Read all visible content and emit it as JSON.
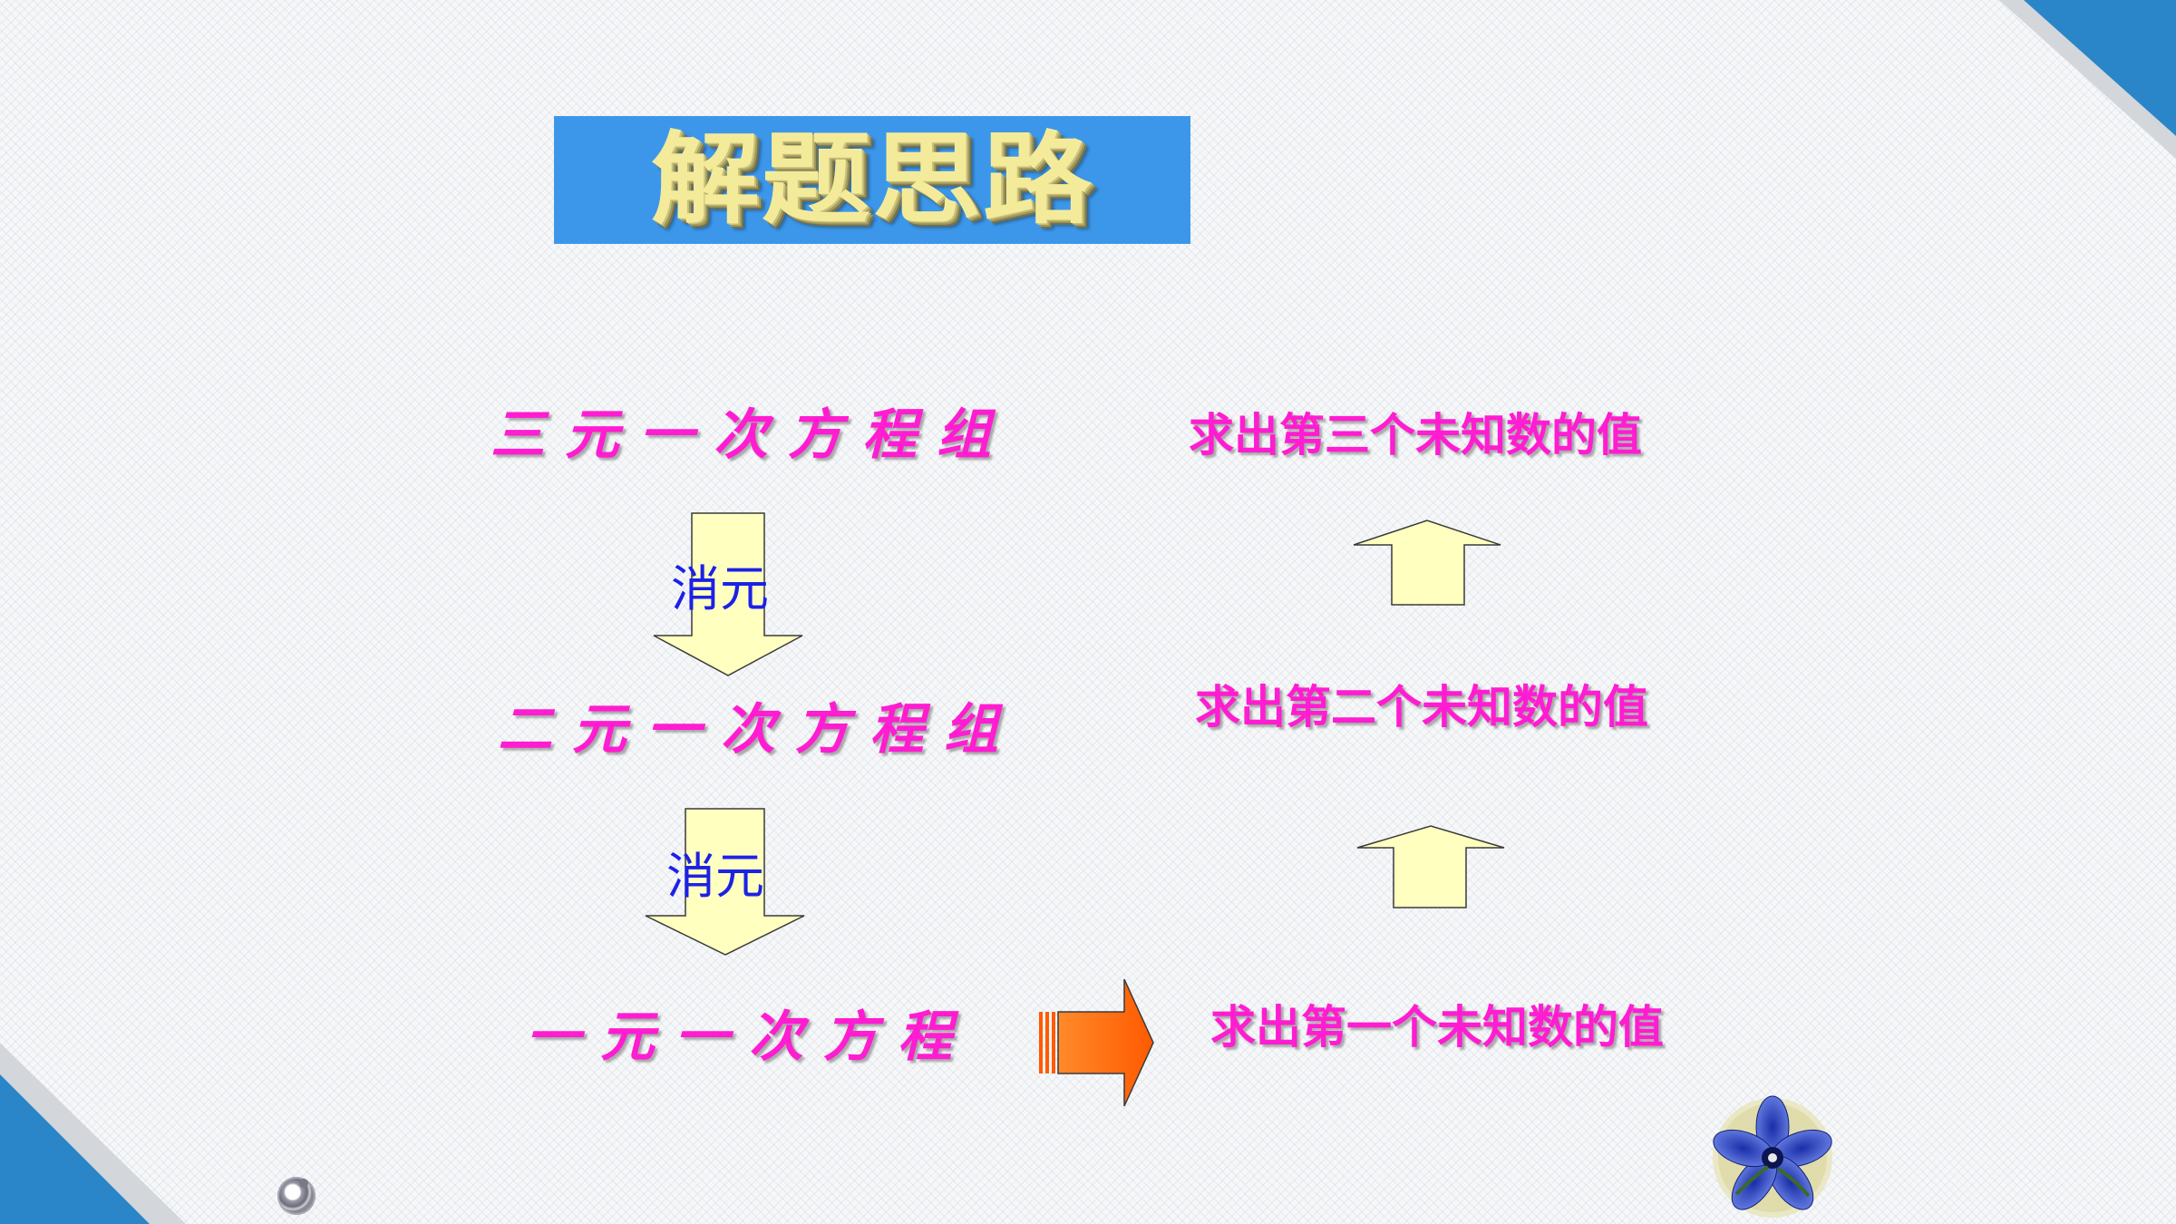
{
  "title": "解题思路",
  "equations": {
    "three_var": "三元一次方程组",
    "two_var": "二元一次方程组",
    "one_var": "一元一次方程"
  },
  "steps": {
    "eliminate_1": "消元",
    "eliminate_2": "消元"
  },
  "solutions": {
    "third": "求出第三个未知数的值",
    "second": "求出第二个未知数的值",
    "first": "求出第一个未知数的值"
  },
  "colors": {
    "accent_blue": "#2a86c8",
    "banner_blue": "#3c97ea",
    "magenta_text": "#ff1cd1",
    "step_blue": "#1c21e6",
    "arrow_yellow": "#ffffbf",
    "arrow_orange": "#ff6500"
  },
  "icons": {
    "corner_decoration": "blue-triangle",
    "flower": "blue-flower-icon",
    "nav": "circle-nav-icon"
  }
}
